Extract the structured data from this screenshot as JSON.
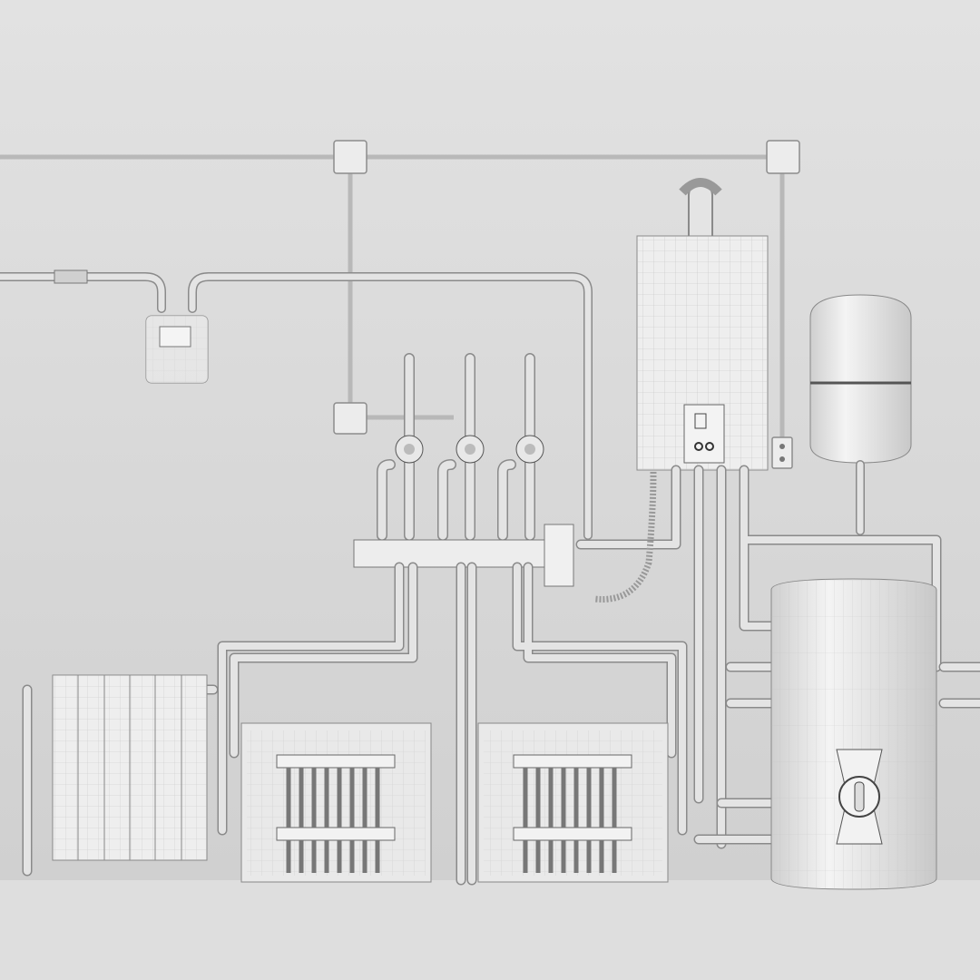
{
  "scene": {
    "colors": {
      "wall": "#d6d6d6",
      "floor": "#dedede",
      "equipment": "#ececec",
      "outline": "#8c8c8c"
    },
    "components": [
      "gas-meter",
      "wall-boiler",
      "expansion-tank",
      "pump-group-manifold",
      "radiator",
      "underfloor-manifold-left",
      "underfloor-manifold-right",
      "hot-water-cylinder",
      "junction-boxes",
      "electrical-socket"
    ]
  }
}
